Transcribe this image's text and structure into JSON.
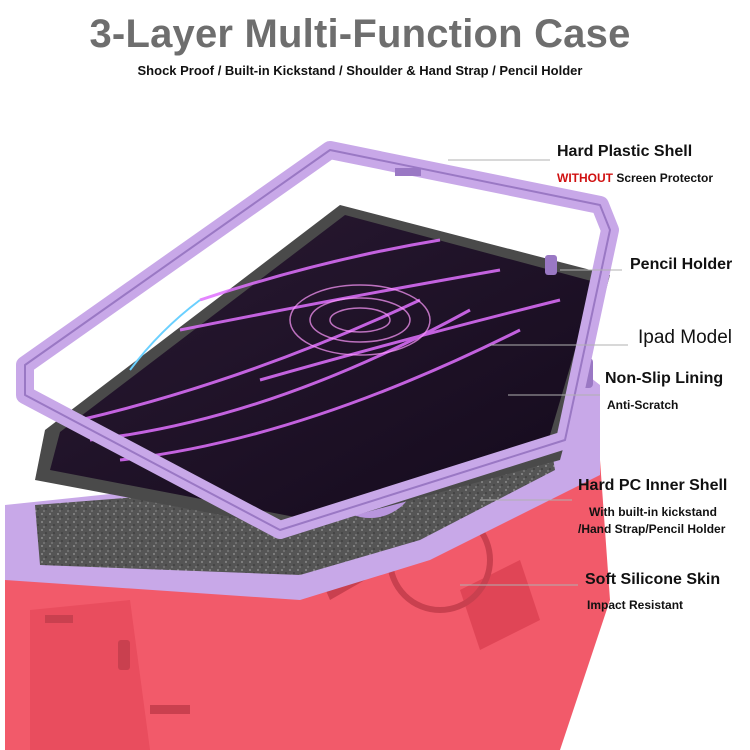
{
  "title": "3-Layer Multi-Function Case",
  "subtitle": "Shock Proof / Built-in Kickstand / Shoulder & Hand Strap / Pencil Holder",
  "labels": {
    "hard_shell": "Hard Plastic Shell",
    "without": "WITHOUT",
    "screen_protector": " Screen Protector",
    "pencil_holder": "Pencil Holder",
    "ipad_model": "Ipad Model",
    "lining": "Non-Slip Lining",
    "lining_sub": "Anti-Scratch",
    "inner_shell": "Hard PC Inner Shell",
    "inner_sub_1": "With built-in kickstand",
    "inner_sub_2": "/Hand Strap/Pencil Holder",
    "silicone": "Soft Silicone Skin",
    "silicone_sub": "Impact Resistant"
  },
  "colors": {
    "lavender": "#c8a8e8",
    "lavender_dark": "#9a78c4",
    "coral": "#f25a6a",
    "coral_dark": "#c9404f",
    "lining_gray": "#5a5a5a",
    "callout_line": "#b0b0b0",
    "accent_red": "#d01010"
  }
}
